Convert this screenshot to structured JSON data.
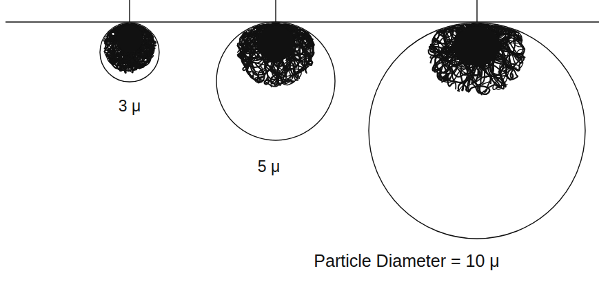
{
  "diagram": {
    "labels": [
      "3 μ",
      "5 μ",
      "Particle Diameter = 10 μ"
    ]
  }
}
